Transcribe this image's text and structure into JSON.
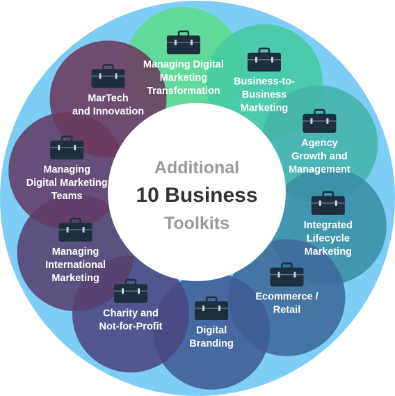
{
  "center": {
    "line1": "Additional",
    "line2": "10 Business",
    "line3": "Toolkits"
  },
  "toolkits": [
    {
      "lines": [
        "Managing Digital",
        "Marketing",
        "Transformation"
      ],
      "color": "#5ed98e",
      "icon": "briefcase-icon"
    },
    {
      "lines": [
        "Business-to-",
        "Business",
        "Marketing"
      ],
      "color": "#46c9a0",
      "icon": "briefcase-icon"
    },
    {
      "lines": [
        "Agency",
        "Growth and",
        "Management"
      ],
      "color": "#46b3a8",
      "icon": "briefcase-icon"
    },
    {
      "lines": [
        "Integrated",
        "Lifecycle",
        "Marketing"
      ],
      "color": "#3a8ea6",
      "icon": "briefcase-icon"
    },
    {
      "lines": [
        "Ecommerce /",
        "Retail"
      ],
      "color": "#3b6a9a",
      "icon": "briefcase-icon"
    },
    {
      "lines": [
        "Digital",
        "Branding"
      ],
      "color": "#3e5b94",
      "icon": "briefcase-icon"
    },
    {
      "lines": [
        "Charity and",
        "Not-for-Profit"
      ],
      "color": "#4b4583",
      "icon": "briefcase-icon"
    },
    {
      "lines": [
        "Managing",
        "International",
        "Marketing"
      ],
      "color": "#56416f",
      "icon": "briefcase-icon"
    },
    {
      "lines": [
        "Managing",
        "Digital Marketing",
        "Teams"
      ],
      "color": "#623c65",
      "icon": "briefcase-icon"
    },
    {
      "lines": [
        "MarTech",
        "and Innovation"
      ],
      "color": "#6b3a5c",
      "icon": "briefcase-icon"
    }
  ],
  "colors": {
    "outer_ring": "#7ecdf6",
    "center_fill": "#ffffff",
    "center_text_muted": "#9a9a9a",
    "center_text_strong": "#333333",
    "icon_dark": "#1d2f3c",
    "label_text": "#ffffff"
  }
}
